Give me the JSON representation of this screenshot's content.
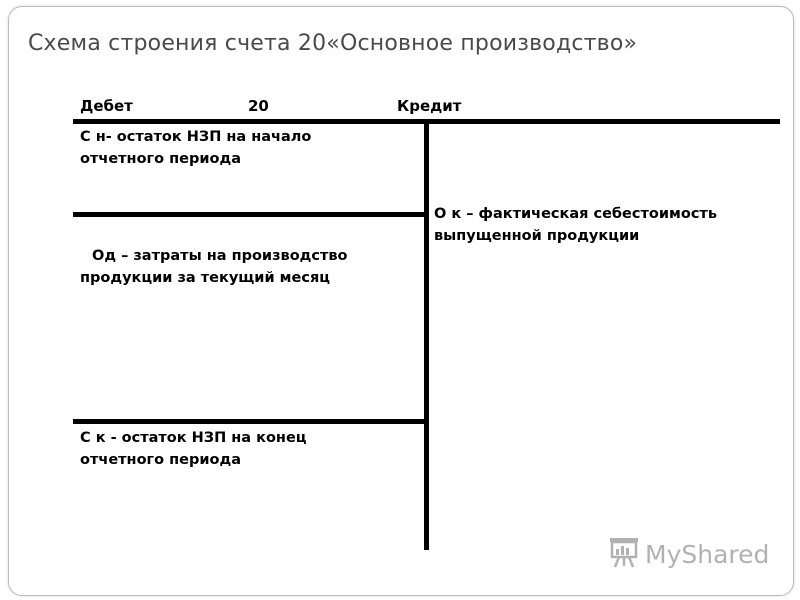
{
  "title": "Схема строения  счета 20«Основное производство»",
  "header": {
    "debit": "Дебет",
    "account": "20",
    "credit": "Кредит"
  },
  "debit_side": {
    "opening_balance": "С н- остаток НЗП на начало отчетного периода",
    "turnover": "Од – затраты на производство продукции за текущий месяц",
    "closing_balance": "С к - остаток  НЗП на конец отчетного периода"
  },
  "credit_side": {
    "turnover": "О к – фактическая себестоимость выпущенной продукции"
  },
  "watermark": {
    "text": "MyShared",
    "icon": "presentation-board-icon"
  }
}
